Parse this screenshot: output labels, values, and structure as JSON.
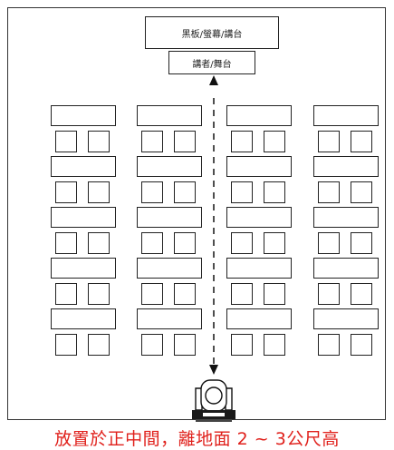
{
  "labels": {
    "board": "黑板/螢幕/講台",
    "podium": "講者/舞台",
    "caption": "放置於正中間，離地面 2 ~ 3公尺高"
  },
  "layout": {
    "columns": 4,
    "rows": 5,
    "chairs_per_desk": 2
  },
  "colors": {
    "caption": "#e0211c",
    "line": "#222222"
  },
  "icons": {
    "camera": "ptz-camera-icon",
    "arrow": "arrow-up-icon",
    "arrow_down": "arrow-down-icon"
  }
}
